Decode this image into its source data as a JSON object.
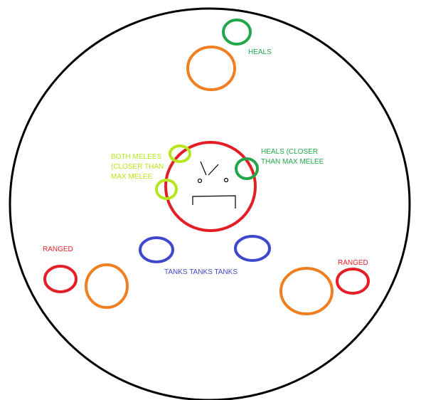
{
  "labels": {
    "heals_top": "HEALS",
    "heals_close_line1": "HEALS (CLOSER",
    "heals_close_line2": "THAN MAX MELEE",
    "melees_line1": "BOTH MELEES",
    "melees_line2": "(CLOSER THAN",
    "melees_line3": "MAX MELEE",
    "ranged_left": "RANGED",
    "ranged_right": "RANGED",
    "tanks": "TANKS TANKS TANKS"
  },
  "colors": {
    "arena": "#000000",
    "boss": "#e41e26",
    "heals": "#22a64a",
    "melee": "#b5e61d",
    "tanks": "#3f48cc",
    "ranged": "#e41e26",
    "aoe": "#f07f22"
  }
}
